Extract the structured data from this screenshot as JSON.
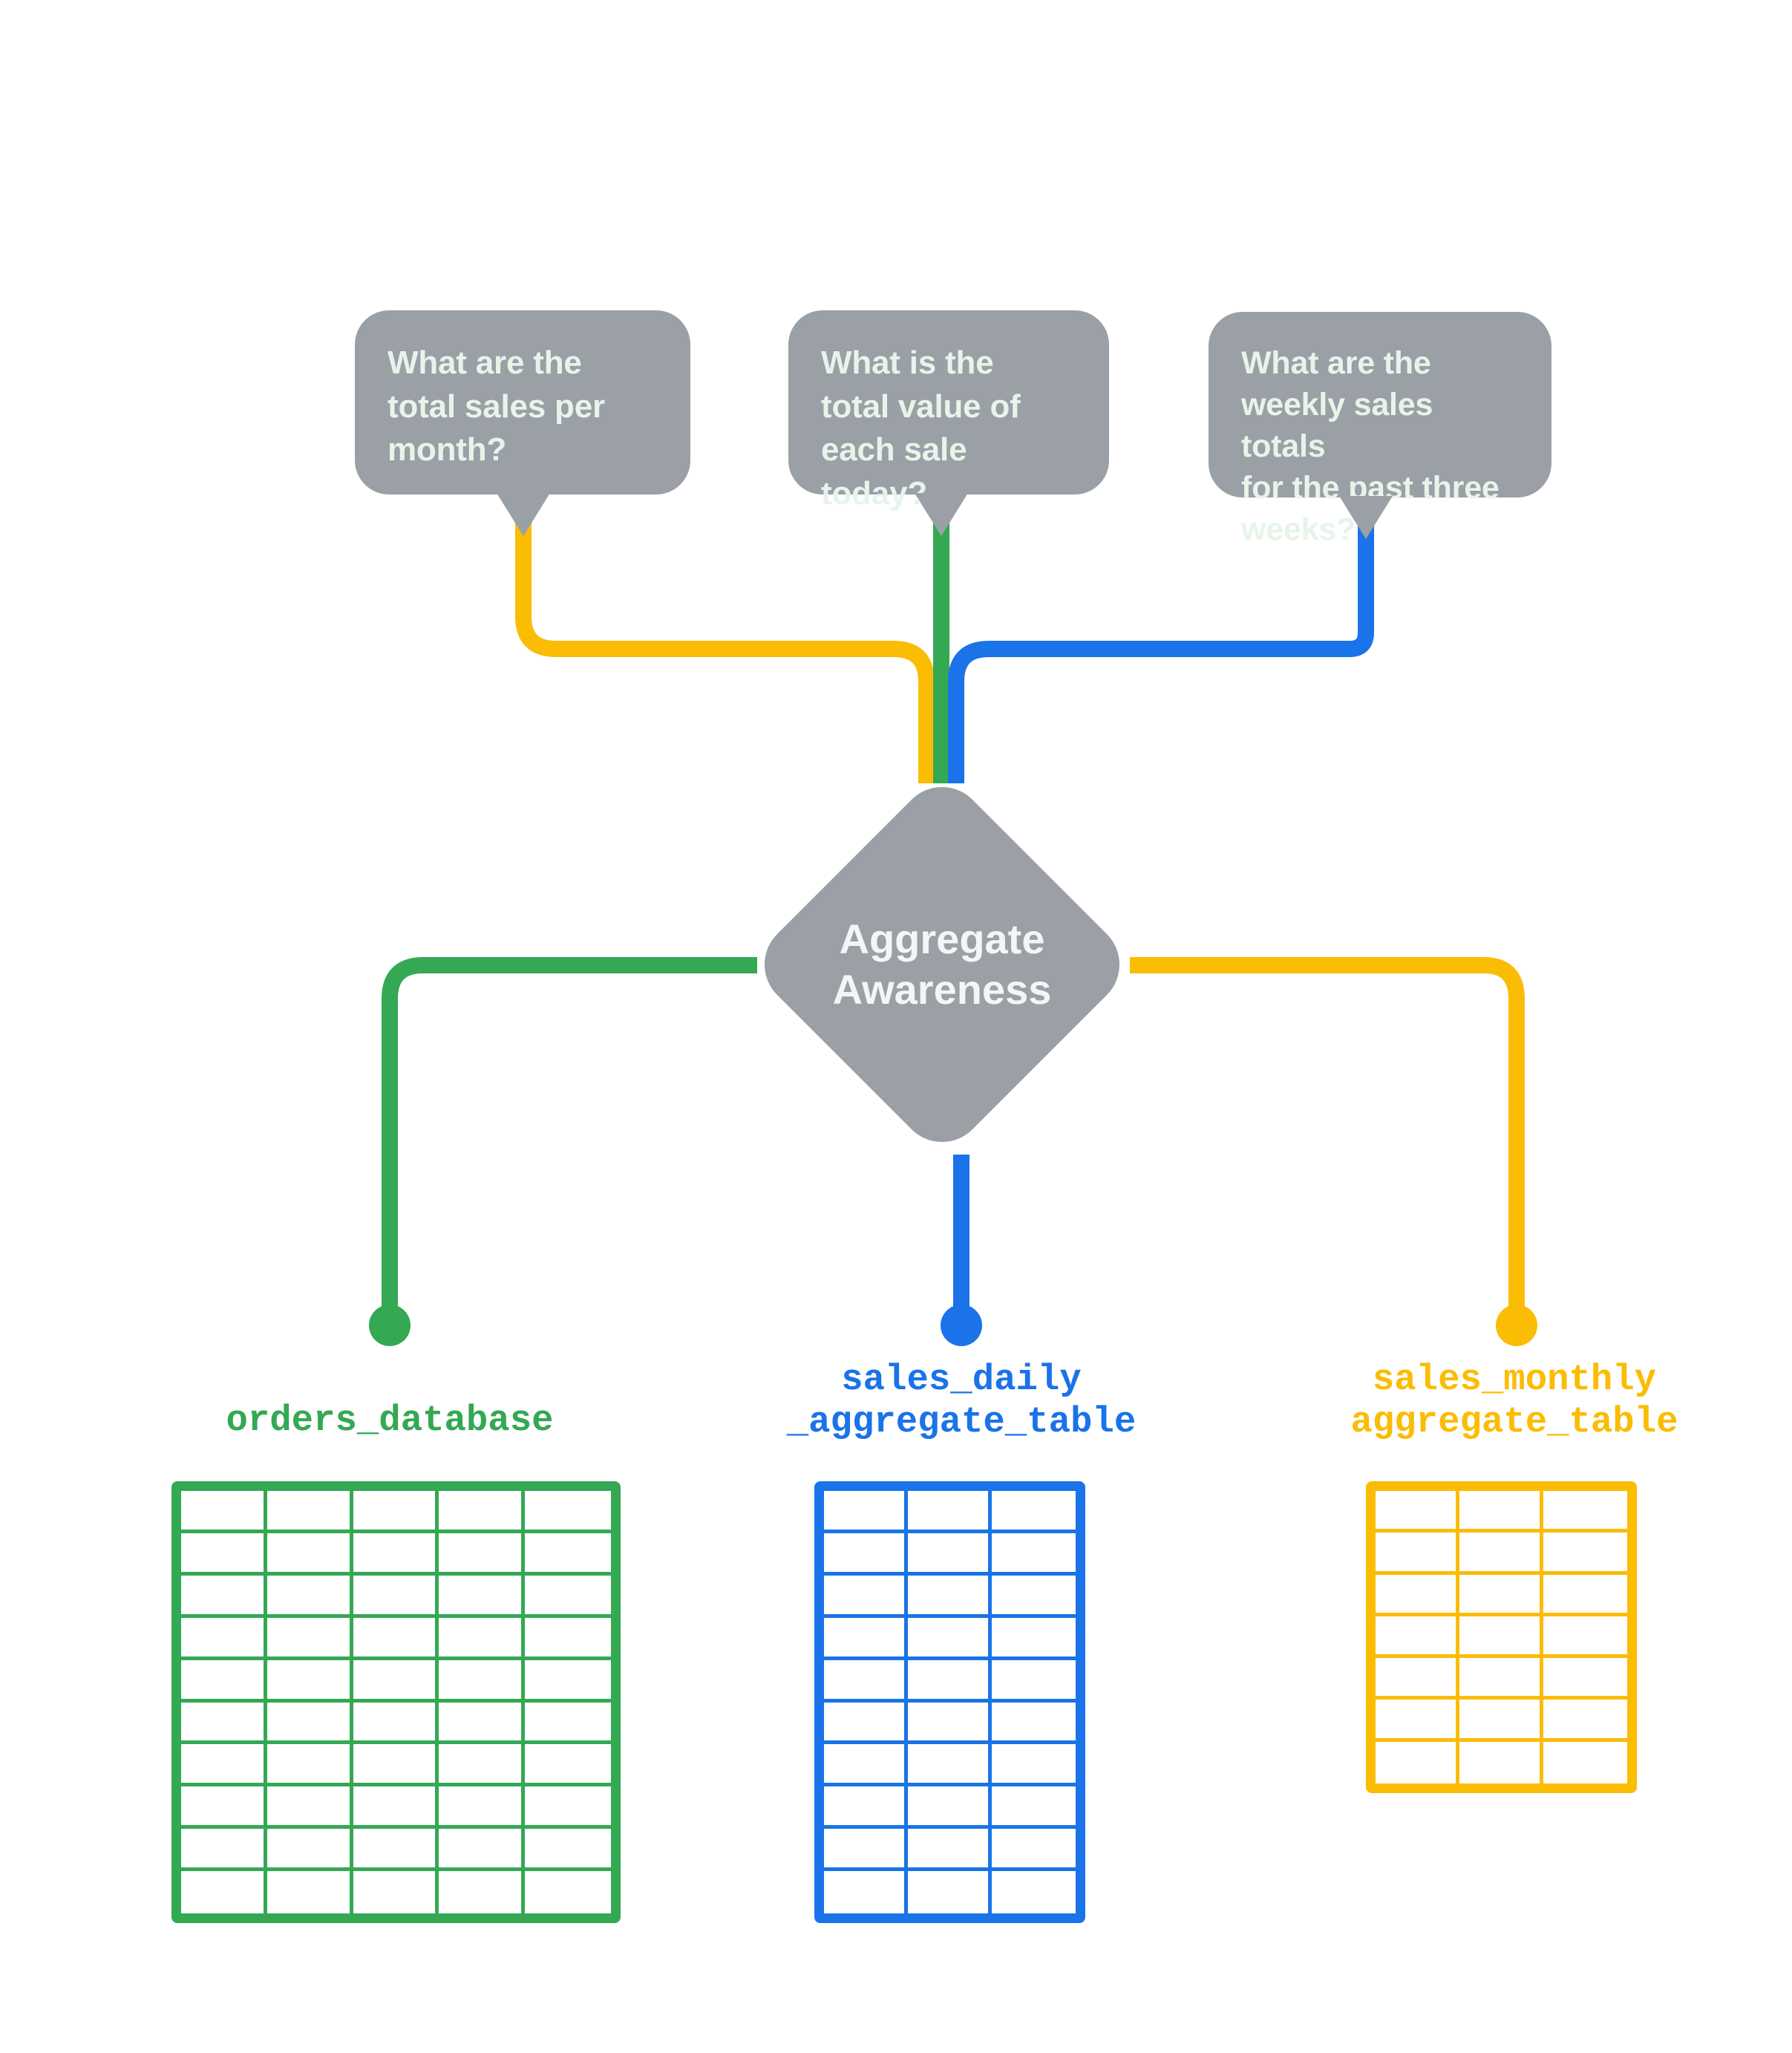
{
  "diagram": {
    "title": "Aggregate Awareness",
    "center_node": {
      "label": "Aggregate\nAwareness",
      "shape": "diamond",
      "fill": "#9aa0a6",
      "text_color": "#f1f7f4"
    },
    "colors": {
      "green": "#34a853",
      "blue": "#1a73e8",
      "yellow": "#fbbc04",
      "gray": "#9aa0a6",
      "bubble_text": "#e7f4ea",
      "background": "#ffffff"
    },
    "questions": [
      {
        "id": "question-monthly",
        "text": "What are the\ntotal sales per\nmonth?",
        "connector_color": "#fbbc04",
        "routes_to": "sales_monthly aggregate_table"
      },
      {
        "id": "question-daily",
        "text": "What is the\ntotal value of\neach sale today?",
        "connector_color": "#34a853",
        "routes_to": "orders_database"
      },
      {
        "id": "question-weekly",
        "text": "What are the\nweekly sales totals\nfor the past three\nweeks?",
        "connector_color": "#1a73e8",
        "routes_to": "sales_daily _aggregate_table"
      }
    ],
    "tables": [
      {
        "id": "orders-database",
        "label": "orders_database",
        "color": "#34a853",
        "columns": 5,
        "rows": 10
      },
      {
        "id": "sales-daily-aggregate-table",
        "label": "sales_daily\n_aggregate_table",
        "color": "#1a73e8",
        "columns": 3,
        "rows": 10
      },
      {
        "id": "sales-monthly-aggregate-table",
        "label": "sales_monthly\naggregate_table",
        "color": "#fbbc04",
        "columns": 3,
        "rows": 7
      }
    ],
    "connectors": [
      {
        "from": "question-monthly",
        "to": "center_node",
        "color": "#fbbc04"
      },
      {
        "from": "question-daily",
        "to": "center_node",
        "color": "#34a853"
      },
      {
        "from": "question-weekly",
        "to": "center_node",
        "color": "#1a73e8"
      },
      {
        "from": "center_node",
        "to": "orders-database",
        "color": "#34a853",
        "endpoint": "dot"
      },
      {
        "from": "center_node",
        "to": "sales-daily-aggregate-table",
        "color": "#1a73e8",
        "endpoint": "dot"
      },
      {
        "from": "center_node",
        "to": "sales-monthly-aggregate-table",
        "color": "#fbbc04",
        "endpoint": "dot"
      }
    ]
  }
}
